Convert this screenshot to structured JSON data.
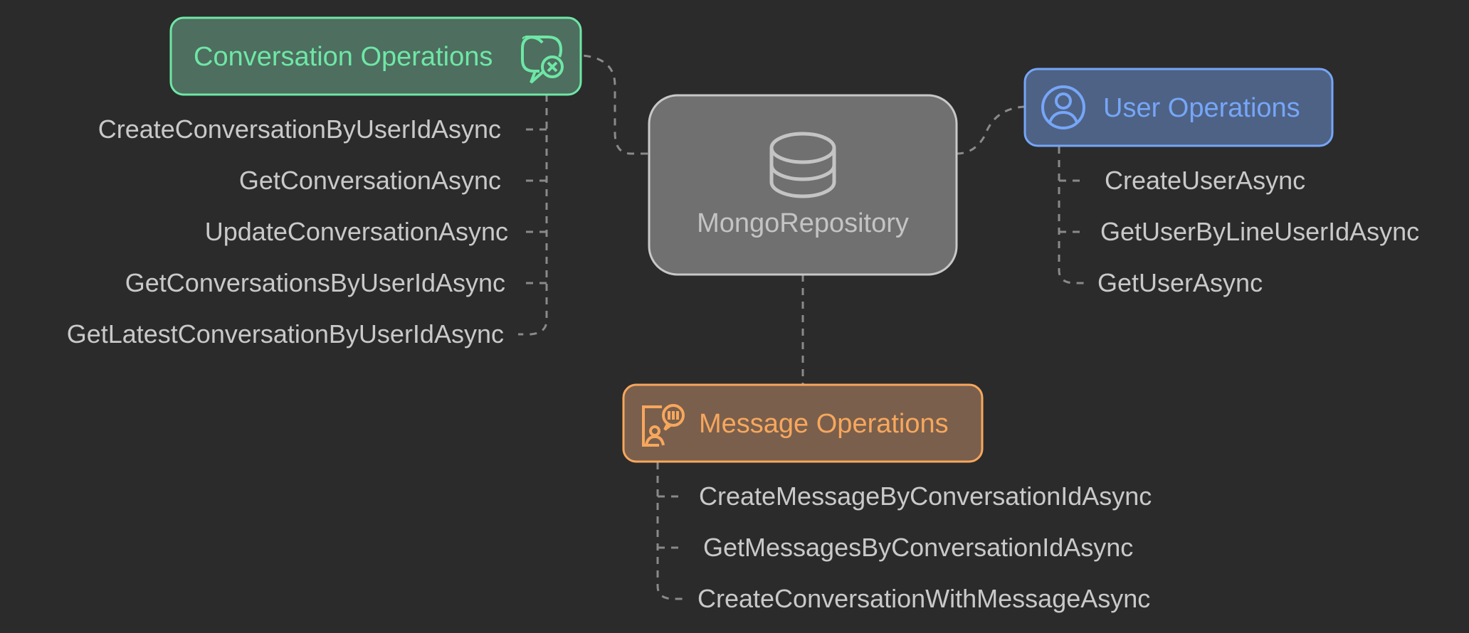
{
  "center": {
    "label": "MongoRepository",
    "icon": "database-icon",
    "fill": "#707070",
    "stroke": "#c8c8c8"
  },
  "conversation": {
    "title": "Conversation Operations",
    "icon": "chat-bubble-close-icon",
    "color": "#6ee7a6",
    "fill": "#4e6e5f",
    "items": [
      "CreateConversationByUserIdAsync",
      "GetConversationAsync",
      "UpdateConversationAsync",
      "GetConversationsByUserIdAsync",
      "GetLatestConversationByUserIdAsync"
    ]
  },
  "user": {
    "title": "User Operations",
    "icon": "user-circle-icon",
    "color": "#76a6f8",
    "fill": "#4e6285",
    "items": [
      "CreateUserAsync",
      "GetUserByLineUserIdAsync",
      "GetUserAsync"
    ]
  },
  "message": {
    "title": "Message Operations",
    "icon": "person-message-icon",
    "color": "#f7a75d",
    "fill": "#7a5f4c",
    "items": [
      "CreateMessageByConversationIdAsync",
      "GetMessagesByConversationIdAsync",
      "CreateConversationWithMessageAsync"
    ]
  }
}
